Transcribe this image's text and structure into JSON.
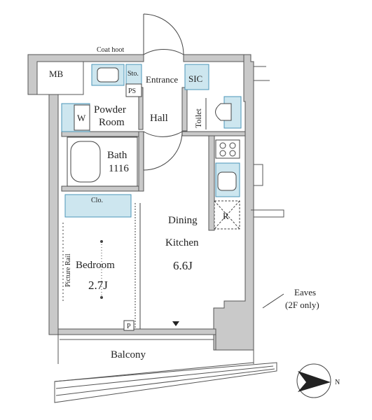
{
  "labels": {
    "coat_hook": "Coat hoot",
    "mb": "MB",
    "sto": "Sto.",
    "ps": "PS",
    "entrance": "Entrance",
    "sic": "SIC",
    "w": "W",
    "powder_room": [
      "Powder",
      "Room"
    ],
    "hall": "Hall",
    "toilet": "Toilet",
    "bath": [
      "Bath",
      "1116"
    ],
    "clo": "Clo.",
    "r": "R",
    "dining_kitchen": [
      "Dining",
      "Kitchen",
      "6.6J"
    ],
    "picture_rail": "Picture Rail",
    "bedroom": [
      "Bedroom",
      "2.7J"
    ],
    "p": "P",
    "balcony": "Balcony",
    "eaves": [
      "Eaves",
      "(2F only)"
    ],
    "north": "N"
  },
  "colors": {
    "wall": "#c9c9c9",
    "line": "#444444",
    "fixture": "#cde6ef",
    "fixture_line": "#4a95b8"
  }
}
